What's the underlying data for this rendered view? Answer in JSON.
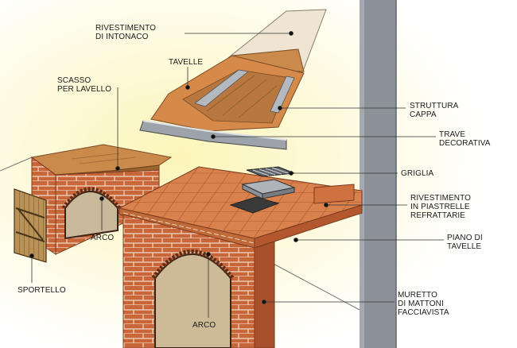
{
  "labels": {
    "rivestimento_intonaco": [
      "RIVESTIMENTO",
      "DI INTONACO"
    ],
    "tavelle": [
      "TAVELLE"
    ],
    "scasso_lavello": [
      "SCASSO",
      "PER LAVELLO"
    ],
    "struttura_cappa": [
      "STRUTTURA",
      "CAPPA"
    ],
    "trave_decorativa": [
      "TRAVE",
      "DECORATIVA"
    ],
    "griglia": [
      "GRIGLIA"
    ],
    "rivestimento_piastrelle": [
      "RIVESTIMENTO",
      "IN PIASTRELLE",
      "REFRATTARIE"
    ],
    "piano_tavelle": [
      "PIANO DI",
      "TAVELLE"
    ],
    "muretto_mattoni": [
      "MURETTO",
      "DI MATTONI",
      "FACCIAVISTA"
    ],
    "arco_left": [
      "ARCO"
    ],
    "arco_bottom": [
      "ARCO"
    ],
    "sportello": [
      "SPORTELLO"
    ]
  },
  "colors": {
    "brick": "#c8663a",
    "brick_dark": "#9e4424",
    "tile": "#d9824d",
    "wall": "#8c9297",
    "plaster": "#ece2cf",
    "wood": "#c7a56a",
    "steel": "#9ca3aa",
    "glow": "#fbf5b8"
  }
}
